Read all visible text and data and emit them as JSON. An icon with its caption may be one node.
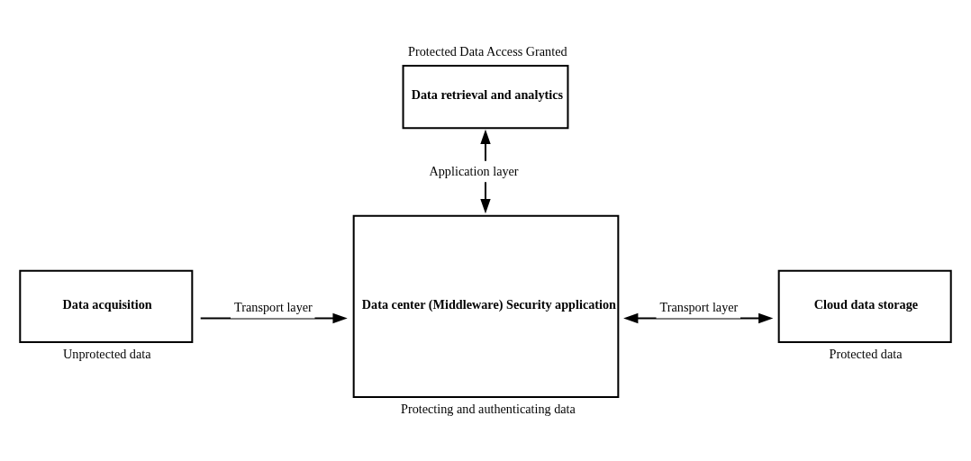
{
  "diagram": {
    "nodes": [
      {
        "text": [
          "Data retrieval and analytics"
        ],
        "beside": [
          "Protected Data Access Granted"
        ]
      },
      {
        "text": [
          "Data acquisition"
        ],
        "beside": [
          "Unprotected data"
        ]
      },
      {
        "text": [
          "Data center (Middleware) Security application"
        ],
        "beside": [
          "Protecting and authenticating data"
        ]
      },
      {
        "text": [
          "Cloud data storage"
        ],
        "beside": [
          "Protected data"
        ]
      }
    ],
    "edges": [
      {
        "from": 2,
        "to": 0,
        "arrow": "both",
        "label": "Application layer"
      },
      {
        "from": 1,
        "to": 2,
        "arrow": "to",
        "label": "Transport layer"
      },
      {
        "from": 2,
        "to": 3,
        "arrow": "both",
        "label": "Transport layer"
      }
    ]
  }
}
